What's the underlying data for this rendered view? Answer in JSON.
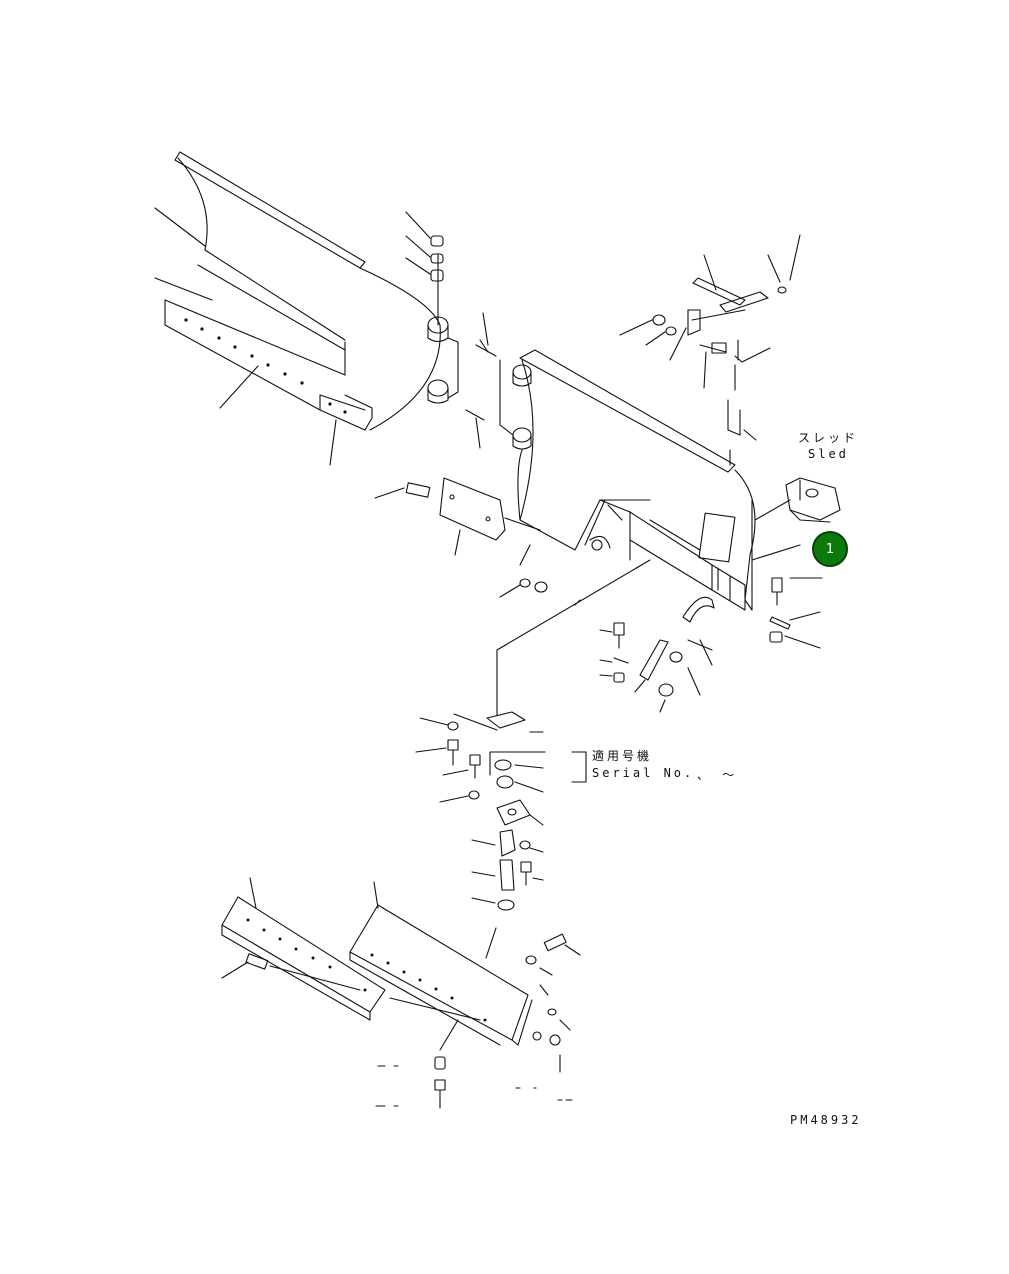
{
  "sled": {
    "label_jp": "スレッド",
    "label_en": "Sled"
  },
  "serial": {
    "label_jp": "適用号機",
    "label_en": "Serial No.",
    "range": "、 〜"
  },
  "callout": {
    "number": "1",
    "color": "#0b7a0b"
  },
  "drawing_code": "PM48932"
}
